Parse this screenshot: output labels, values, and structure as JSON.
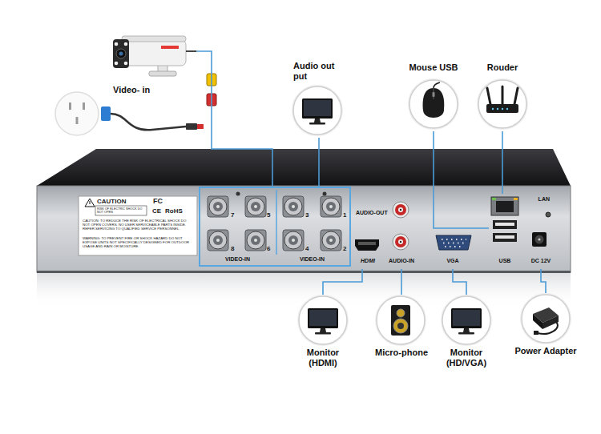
{
  "diagram": {
    "nodes": [
      {
        "text": [
          "Video- in"
        ]
      },
      {
        "text": [
          "Audio out put"
        ]
      },
      {
        "text": [
          "Mouse USB"
        ]
      },
      {
        "text": [
          "Rouder"
        ]
      },
      {
        "text": [
          "VIDEO-IN",
          "VIDEO-IN"
        ]
      },
      {
        "text": [
          "AUDIO-OUT"
        ]
      },
      {
        "text": [
          "HDMI"
        ]
      },
      {
        "text": [
          "AUDIO-IN"
        ]
      },
      {
        "text": [
          "VGA"
        ]
      },
      {
        "text": [
          "USB"
        ]
      },
      {
        "text": [
          "LAN"
        ]
      },
      {
        "text": [
          "DC 12V"
        ]
      },
      {
        "text": [
          "Monitor (HDMI)"
        ]
      },
      {
        "text": [
          "Micro-phone"
        ]
      },
      {
        "text": [
          "Monitor (HD/VGA)"
        ]
      },
      {
        "text": [
          "Power Adapter"
        ]
      }
    ],
    "edges": [
      {
        "from": 0,
        "to": 4,
        "arrow": "none"
      },
      {
        "from": 1,
        "to": 4,
        "arrow": "none"
      },
      {
        "from": 2,
        "to": 9,
        "arrow": "none"
      },
      {
        "from": 3,
        "to": 10,
        "arrow": "none"
      },
      {
        "from": 6,
        "to": 12,
        "arrow": "none"
      },
      {
        "from": 7,
        "to": 13,
        "arrow": "none"
      },
      {
        "from": 8,
        "to": 14,
        "arrow": "none"
      },
      {
        "from": 11,
        "to": 15,
        "arrow": "none"
      }
    ],
    "labels": [
      "CAUTION",
      "RISK OF ELECTRIC SHOCK DO NOT OPEN",
      "FC",
      "CE",
      "RoHS",
      "CAUTION: TO REDUCE THE RISK OF ELECTRICAL SHOCK DO NOT OPEN COVERS. NO USER SERVICEABLE PARTS INSIDE. REFER SERVICING TO QUALIFIED SERVICE PERSONNEL.",
      "WARNING: TO PREVENT FIRE OR SHOCK HAZARD DO NOT EXPOSE UNITS NOT SPECIFICALLY DESIGNED FOR OUTDOOR USAGE AND RAIN OR MOISTURE.",
      "7",
      "5",
      "3",
      "1",
      "8",
      "6",
      "4",
      "2"
    ]
  }
}
